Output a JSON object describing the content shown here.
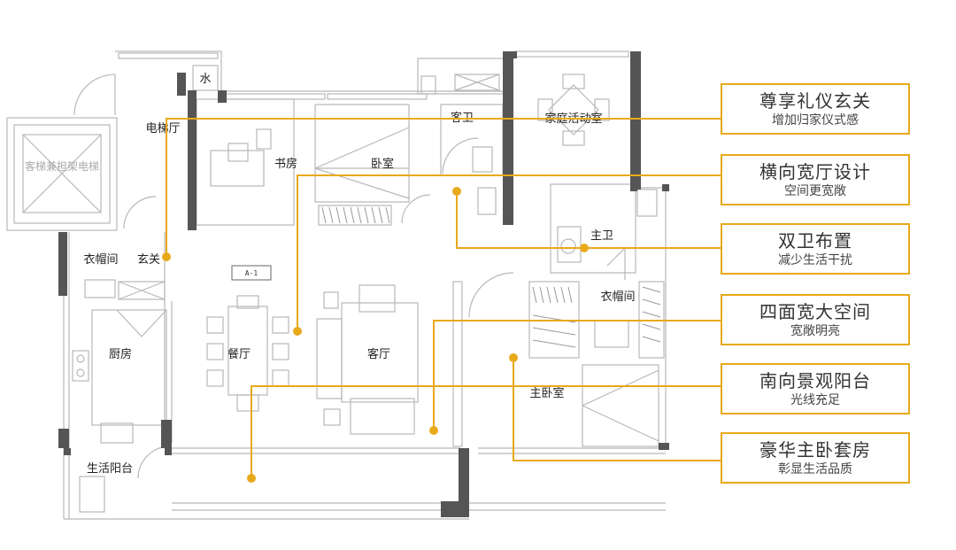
{
  "plan": {
    "unit_code": "A-1",
    "rooms": [
      {
        "key": "dianti_ting",
        "label": "电梯厅"
      },
      {
        "key": "shui",
        "label": "水"
      },
      {
        "key": "keti",
        "label": "客梯兼担架电梯"
      },
      {
        "key": "shufang",
        "label": "书房"
      },
      {
        "key": "woshi",
        "label": "卧室"
      },
      {
        "key": "kewei",
        "label": "客卫"
      },
      {
        "key": "jiating",
        "label": "家庭活动室"
      },
      {
        "key": "zhuwei",
        "label": "主卫"
      },
      {
        "key": "yimaojian1",
        "label": "衣帽间"
      },
      {
        "key": "xuanguan",
        "label": "玄关"
      },
      {
        "key": "yimaojian2",
        "label": "衣帽间"
      },
      {
        "key": "chufang",
        "label": "厨房"
      },
      {
        "key": "canting",
        "label": "餐厅"
      },
      {
        "key": "keting",
        "label": "客厅"
      },
      {
        "key": "zhuwoshi",
        "label": "主卧室"
      },
      {
        "key": "shenghuo",
        "label": "生活阳台"
      }
    ]
  },
  "callouts": [
    {
      "title": "尊享礼仪玄关",
      "subtitle": "增加归家仪式感"
    },
    {
      "title": "横向宽厅设计",
      "subtitle": "空间更宽敞"
    },
    {
      "title": "双卫布置",
      "subtitle": "减少生活干扰"
    },
    {
      "title": "四面宽大空间",
      "subtitle": "宽敞明亮"
    },
    {
      "title": "南向景观阳台",
      "subtitle": "光线充足"
    },
    {
      "title": "豪华主卧套房",
      "subtitle": "彰显生活品质"
    }
  ],
  "colors": {
    "accent": "#e8a91b",
    "wall": "#555555",
    "line": "#bbbbbb",
    "callout_border": "#e8a91b"
  }
}
